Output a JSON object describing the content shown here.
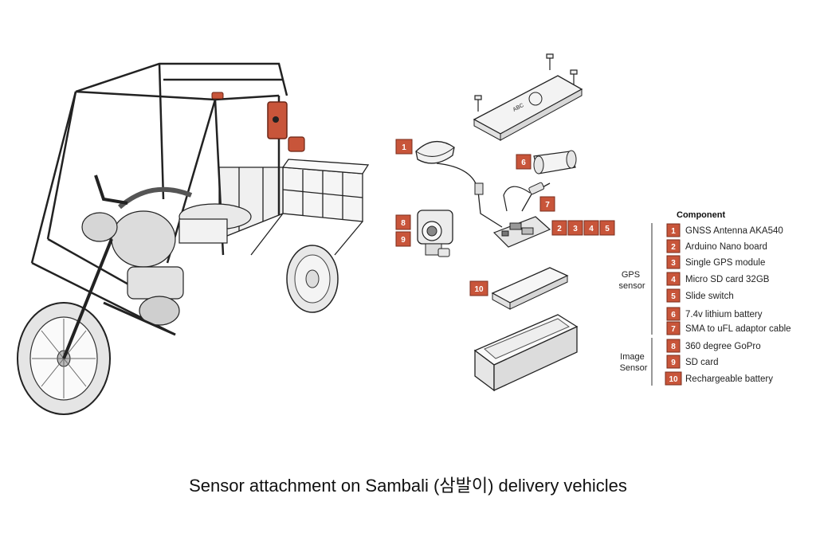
{
  "legend": {
    "header": "Component",
    "groups": [
      {
        "label": "GPS\nsensor"
      },
      {
        "label": "Image\nSensor"
      }
    ],
    "components": [
      {
        "num": "1",
        "label": "GNSS Antenna AKA540"
      },
      {
        "num": "2",
        "label": "Arduino Nano board"
      },
      {
        "num": "3",
        "label": "Single GPS module"
      },
      {
        "num": "4",
        "label": "Micro SD card 32GB"
      },
      {
        "num": "5",
        "label": "Slide switch"
      },
      {
        "num": "6",
        "label": "7.4v lithium battery"
      },
      {
        "num": "7",
        "label": "SMA to uFL adaptor cable"
      },
      {
        "num": "8",
        "label": "360 degree GoPro"
      },
      {
        "num": "9",
        "label": "SD card"
      },
      {
        "num": "10",
        "label": "Rechargeable battery"
      }
    ]
  },
  "callouts": [
    "1",
    "6",
    "7",
    "8",
    "9",
    "2",
    "3",
    "4",
    "5",
    "10"
  ],
  "case_lid_text": "ABC",
  "caption": "Sensor attachment on Sambali (삼발이) delivery vehicles",
  "colors": {
    "badge": "#c8553a",
    "sensor_box": "#c8553a"
  }
}
